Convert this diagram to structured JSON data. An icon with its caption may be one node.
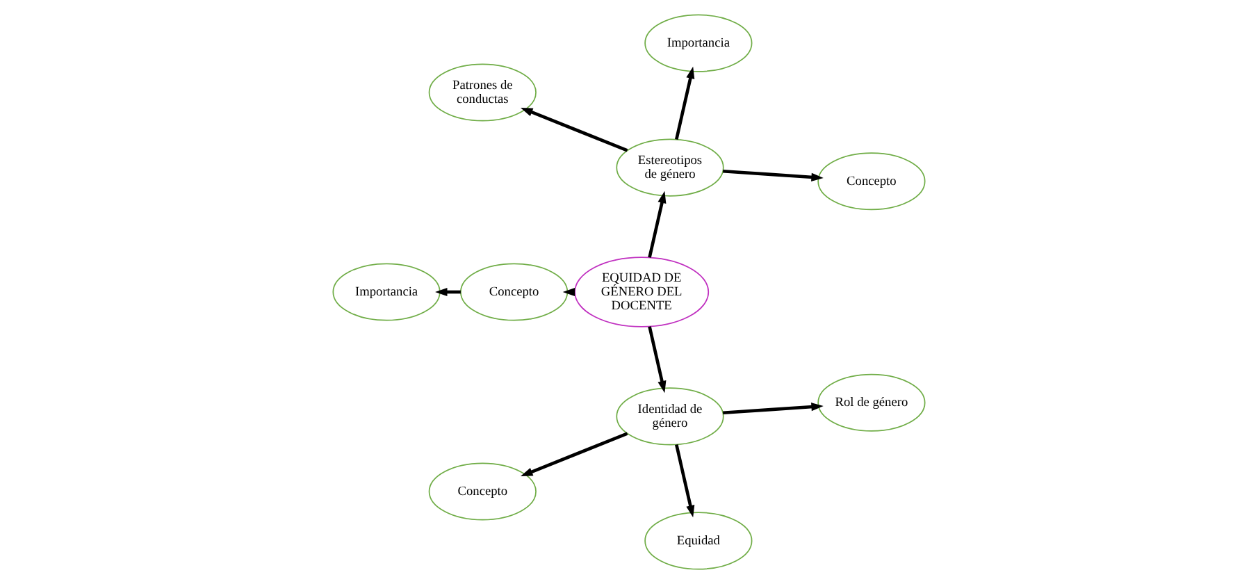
{
  "diagram": {
    "nodes": [
      {
        "text": [
          "EQUIDAD DE GÉNERO DEL DOCENTE"
        ]
      },
      {
        "text": [
          "Estereotipos de género"
        ]
      },
      {
        "text": [
          "Concepto"
        ]
      },
      {
        "text": [
          "Importancia"
        ]
      },
      {
        "text": [
          "Patrones de conductas"
        ]
      },
      {
        "text": [
          "Concepto"
        ]
      },
      {
        "text": [
          "Importancia"
        ]
      },
      {
        "text": [
          "Identidad de género"
        ]
      },
      {
        "text": [
          "Concepto"
        ]
      },
      {
        "text": [
          "Equidad"
        ]
      },
      {
        "text": [
          "Rol de género"
        ]
      }
    ],
    "edges": [
      {
        "from": 0,
        "to": 1,
        "arrow": "to"
      },
      {
        "from": 1,
        "to": 2,
        "arrow": "to"
      },
      {
        "from": 1,
        "to": 3,
        "arrow": "to"
      },
      {
        "from": 1,
        "to": 4,
        "arrow": "to"
      },
      {
        "from": 0,
        "to": 5,
        "arrow": "to"
      },
      {
        "from": 5,
        "to": 6,
        "arrow": "to"
      },
      {
        "from": 0,
        "to": 7,
        "arrow": "to"
      },
      {
        "from": 7,
        "to": 8,
        "arrow": "to"
      },
      {
        "from": 7,
        "to": 9,
        "arrow": "to"
      },
      {
        "from": 7,
        "to": 10,
        "arrow": "to"
      }
    ]
  }
}
